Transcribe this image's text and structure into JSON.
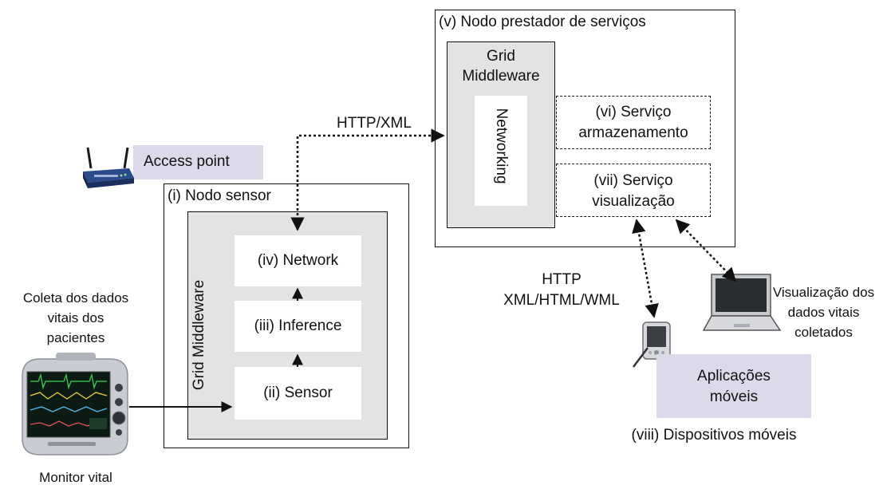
{
  "diagram": {
    "sensor_node": {
      "title": "(i) Nodo sensor",
      "middleware_label": "Grid Middleware",
      "modules": {
        "network": "(iv) Network",
        "inference": "(iii) Inference",
        "sensor": "(ii) Sensor"
      }
    },
    "service_node": {
      "title": "(v) Nodo prestador de serviços",
      "middleware_line1": "Grid",
      "middleware_line2": "Middleware",
      "networking_label": "Networking",
      "storage_line1": "(vi) Serviço",
      "storage_line2": "armazenamento",
      "viz_line1": "(vii) Serviço",
      "viz_line2": "visualização"
    },
    "access_point": {
      "label": "Access point"
    },
    "links": {
      "http_xml": "HTTP/XML",
      "http_line1": "HTTP",
      "http_line2": "XML/HTML/WML"
    },
    "monitor": {
      "caption_line1": "Coleta dos dados",
      "caption_line2": "vitais dos",
      "caption_line3": "pacientes",
      "label": "Monitor vital"
    },
    "mobile": {
      "apps_line1": "Aplicações",
      "apps_line2": "móveis",
      "devices_label": "(viii) Dispositivos móveis"
    },
    "laptop": {
      "caption_line1": "Visualização dos",
      "caption_line2": "dados vitais",
      "caption_line3": "coletados"
    }
  },
  "colors": {
    "middleware_fill": "#e3e3e6",
    "highlight_fill": "#dcd9ea",
    "line": "#111111",
    "router_blue": "#2b4a8c",
    "monitor_body": "#c9ccd2",
    "screen": "#0c1a14"
  },
  "icons": [
    "router-icon",
    "vital-monitor-icon",
    "pda-icon",
    "laptop-icon"
  ]
}
